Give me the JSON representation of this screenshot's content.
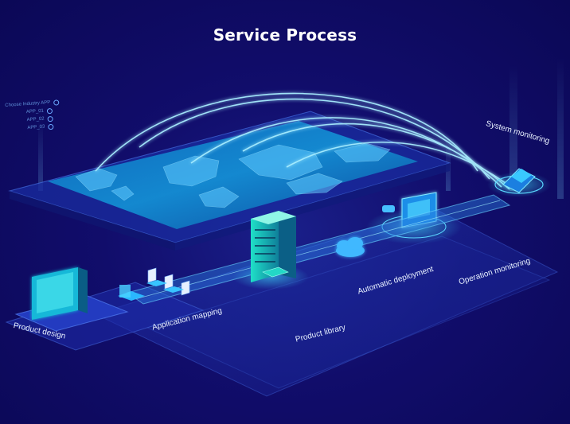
{
  "title": "Service Process",
  "stages": {
    "product_design": "Product design",
    "application_mapping": "Application mapping",
    "product_library": "Product library",
    "automatic_deployment": "Automatic deployment",
    "operation_monitoring": "Operation monitoring",
    "system_monitoring": "System monitoring"
  },
  "side_panel": {
    "heading": "Choose Industry APP",
    "items": [
      "APP_01",
      "APP_02",
      "APP_03"
    ]
  },
  "colors": {
    "background": "#0d0a5e",
    "platform": "#1b2c9a",
    "glow": "#2ee6ff",
    "text": "#e8f1ff"
  }
}
